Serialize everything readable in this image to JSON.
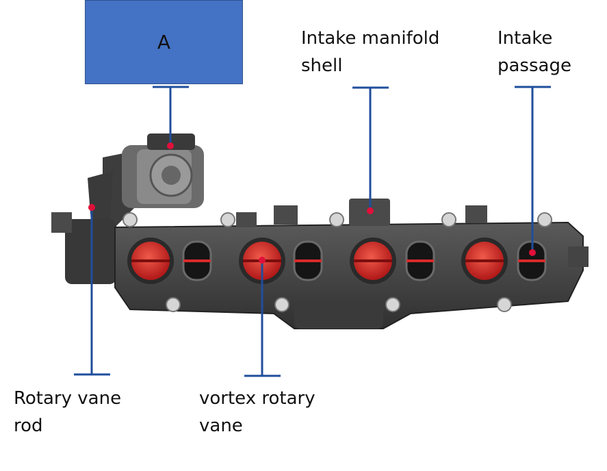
{
  "box": {
    "label": "A",
    "color": "#4472c4"
  },
  "labels": {
    "intake_manifold_shell": "Intake manifold\nshell",
    "intake_passage": "Intake\npassage",
    "rotary_vane_rod": "Rotary vane\nrod",
    "vortex_rotary_vane": "vortex rotary\nvane"
  },
  "colors": {
    "leader_line": "#1f4e9c",
    "marker_dot": "#e0103a",
    "manifold_body": "#4a4a4a",
    "vane": "#d92a2a"
  }
}
